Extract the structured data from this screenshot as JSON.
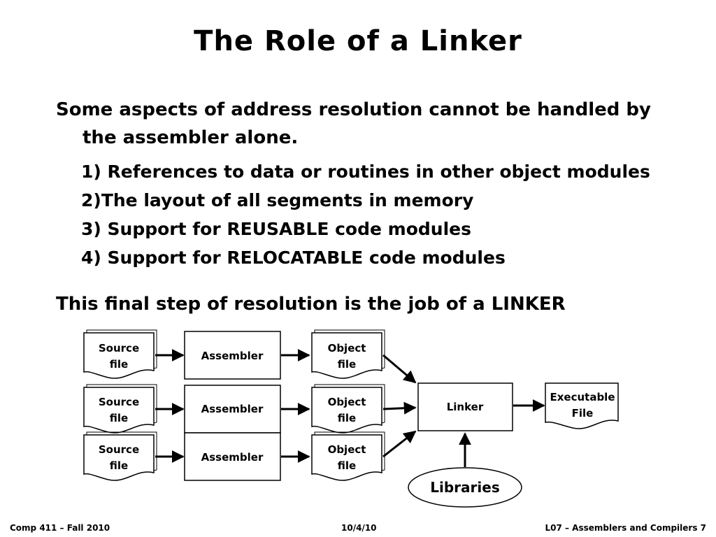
{
  "slide": {
    "title": "The Role of a Linker",
    "intro": "Some aspects of address resolution cannot be handled by the assembler alone.",
    "points": [
      "1) References to data or routines in other object modules",
      "2)The layout of all segments in memory",
      "3) Support for REUSABLE code modules",
      "4) Support for RELOCATABLE code modules"
    ],
    "conclusion": "This final step of resolution is the job of a LINKER"
  },
  "diagram": {
    "rows": [
      {
        "source": [
          "Source",
          "file"
        ],
        "assembler": "Assembler",
        "object": [
          "Object",
          "file"
        ]
      },
      {
        "source": [
          "Source",
          "file"
        ],
        "assembler": "Assembler",
        "object": [
          "Object",
          "file"
        ]
      },
      {
        "source": [
          "Source",
          "file"
        ],
        "assembler": "Assembler",
        "object": [
          "Object",
          "file"
        ]
      }
    ],
    "linker": "Linker",
    "executable": [
      "Executable",
      "File"
    ],
    "libraries": "Libraries"
  },
  "footer": {
    "left": "Comp 411 – Fall 2010",
    "center": "10/4/10",
    "right": "L07 – Assemblers and Compilers   7"
  }
}
